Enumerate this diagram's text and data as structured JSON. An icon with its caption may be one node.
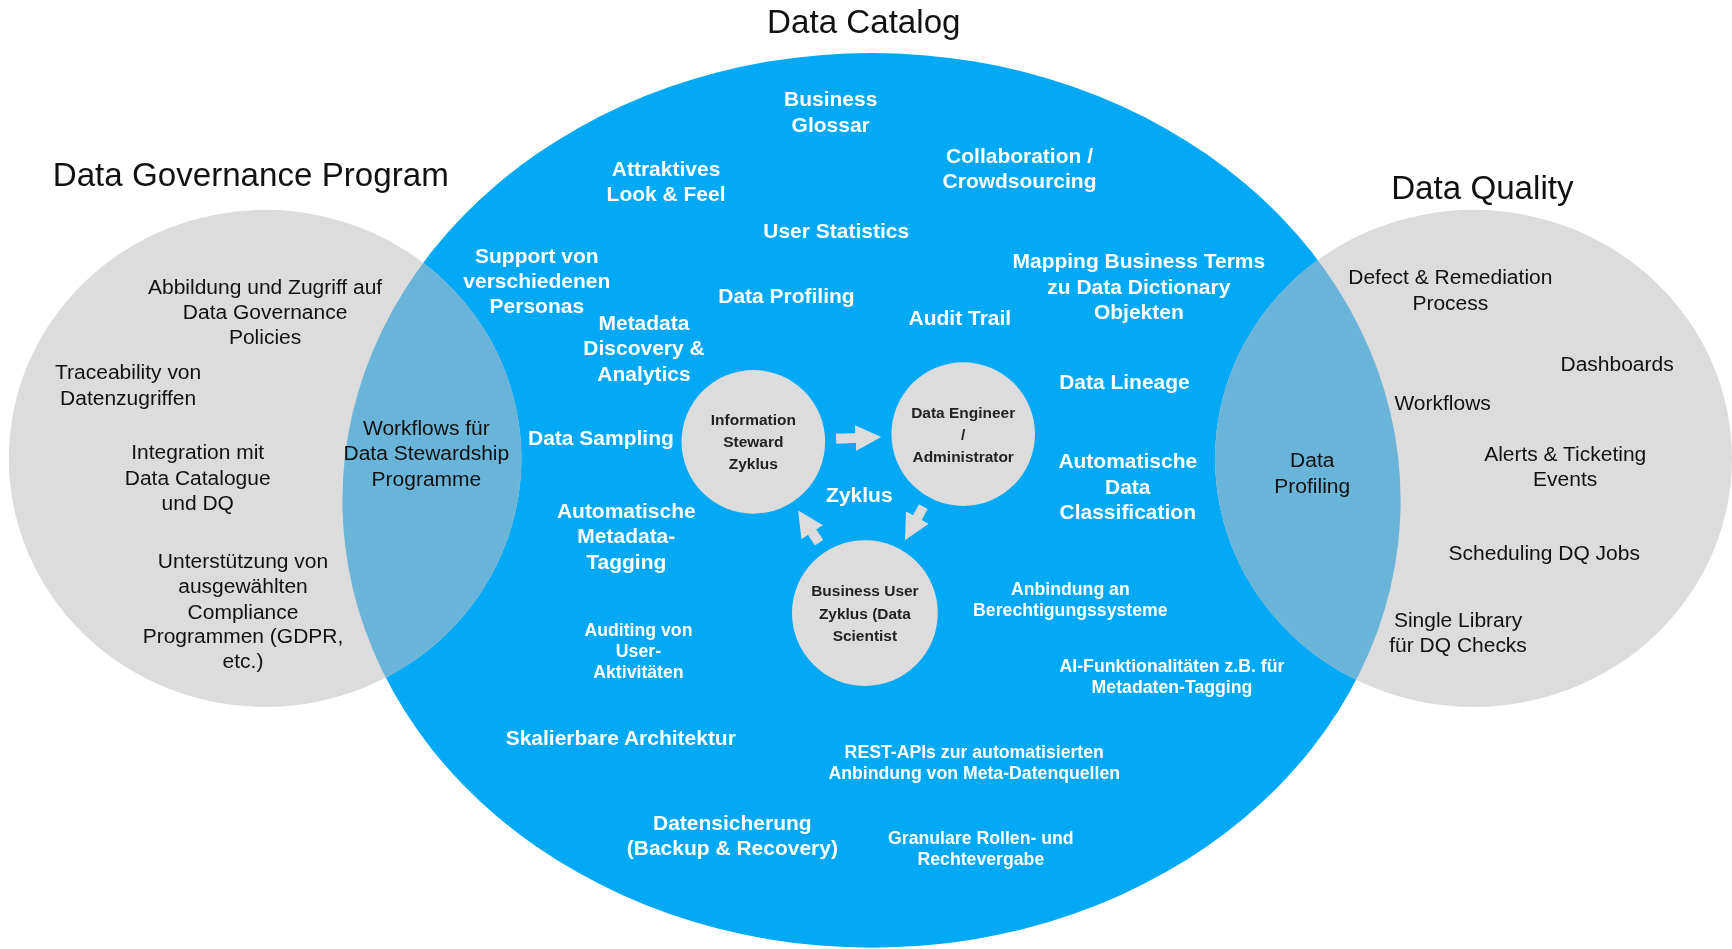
{
  "diagram": {
    "nodes": [
      {
        "text": [
          "Data Governance Program",
          "Abbildung und Zugriff auf Data Governance Policies",
          "Traceability von Datenzugriffen",
          "Integration mit Data Catalogue und DQ",
          "Unterstützung von ausgewählten Compliance Programmen (GDPR, etc.)"
        ]
      },
      {
        "text": [
          "Data Catalog",
          "Business Glossar",
          "Attraktives Look & Feel",
          "Collaboration / Crowdsourcing",
          "User Statistics",
          "Support von verschiedenen Personas",
          "Data Profiling",
          "Mapping  Business Terms zu Data Dictionary Objekten",
          "Metadata Discovery & Analytics",
          "Audit Trail",
          "Data Lineage",
          "Data Sampling",
          "Automatische Data Classification",
          "Zyklus",
          "Automatische Metadata-Tagging",
          "Anbindung an Berechtigungssysteme",
          "Auditing von User-Aktivitäten",
          "AI-Funktionalitäten z.B. für Metadaten-Tagging",
          "Skalierbare Architektur",
          "REST-APIs zur automatisierten Anbindung von Meta-Datenquellen",
          "Datensicherung (Backup & Recovery)",
          "Granulare Rollen- und Rechtevergabe"
        ]
      },
      {
        "text": [
          "Data Quality",
          "Defect & Remediation Process",
          "Dashboards",
          "Workflows",
          "Alerts & Ticketing Events",
          "Scheduling DQ Jobs",
          "Single Library für DQ Checks"
        ]
      },
      {
        "text": [
          "Workflows für Data Stewardship Programme"
        ]
      },
      {
        "text": [
          "Data Profiling"
        ]
      },
      {
        "text": [
          "Information Steward Zyklus"
        ],
        "in": 1
      },
      {
        "text": [
          "Data Engineer / Administrator"
        ],
        "in": 1
      },
      {
        "text": [
          "Business User Zyklus (Data Scientist"
        ],
        "in": 1
      }
    ],
    "edges": [
      {
        "from": 5,
        "to": 6,
        "arrow": "to"
      },
      {
        "from": 6,
        "to": 7,
        "arrow": "to"
      },
      {
        "from": 7,
        "to": 5,
        "arrow": "to"
      }
    ]
  }
}
